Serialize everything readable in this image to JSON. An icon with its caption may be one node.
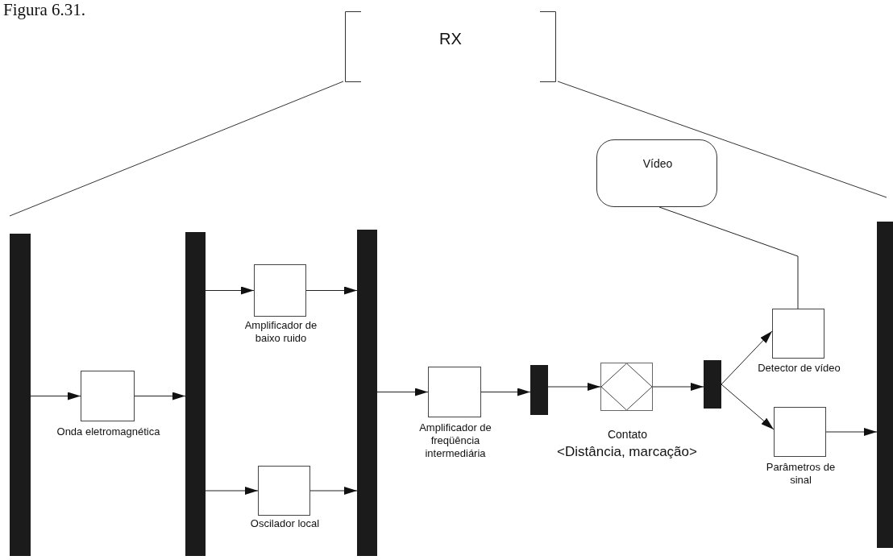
{
  "diagram": {
    "nodes": [
      {
        "text": [
          "RX"
        ]
      },
      {
        "text": [],
        "shape": "bar"
      },
      {
        "text": [
          "Onda eletromagnética"
        ]
      },
      {
        "text": [],
        "shape": "bar"
      },
      {
        "text": [
          "Amplificador de baixo ruido"
        ]
      },
      {
        "text": [
          "Oscilador local"
        ]
      },
      {
        "text": [],
        "shape": "bar"
      },
      {
        "text": [
          "Amplificador de freqüência intermediária"
        ]
      },
      {
        "text": [],
        "shape": "bar"
      },
      {
        "text": [
          "Contato",
          "<Distância, marcação>"
        ]
      },
      {
        "text": [],
        "shape": "bar"
      },
      {
        "text": [
          "Vídeo"
        ]
      },
      {
        "text": [
          "Detector de vídeo"
        ]
      },
      {
        "text": [
          "Parâmetros de sinal"
        ]
      },
      {
        "text": [],
        "shape": "bar"
      }
    ],
    "edges": [
      {
        "from": 1,
        "to": 2,
        "arrow": "to"
      },
      {
        "from": 2,
        "to": 3,
        "arrow": "to"
      },
      {
        "from": 3,
        "to": 4,
        "arrow": "to"
      },
      {
        "from": 4,
        "to": 6,
        "arrow": "to"
      },
      {
        "from": 3,
        "to": 5,
        "arrow": "to"
      },
      {
        "from": 5,
        "to": 6,
        "arrow": "to"
      },
      {
        "from": 6,
        "to": 7,
        "arrow": "to"
      },
      {
        "from": 7,
        "to": 8,
        "arrow": "to"
      },
      {
        "from": 8,
        "to": 9,
        "arrow": "to"
      },
      {
        "from": 9,
        "to": 10,
        "arrow": "to"
      },
      {
        "from": 10,
        "to": 12,
        "arrow": "to"
      },
      {
        "from": 10,
        "to": 13,
        "arrow": "to"
      },
      {
        "from": 13,
        "to": 14,
        "arrow": "to"
      },
      {
        "from": 11,
        "to": 12,
        "arrow": "none"
      }
    ],
    "labels": [
      "Figura 6.31."
    ]
  }
}
